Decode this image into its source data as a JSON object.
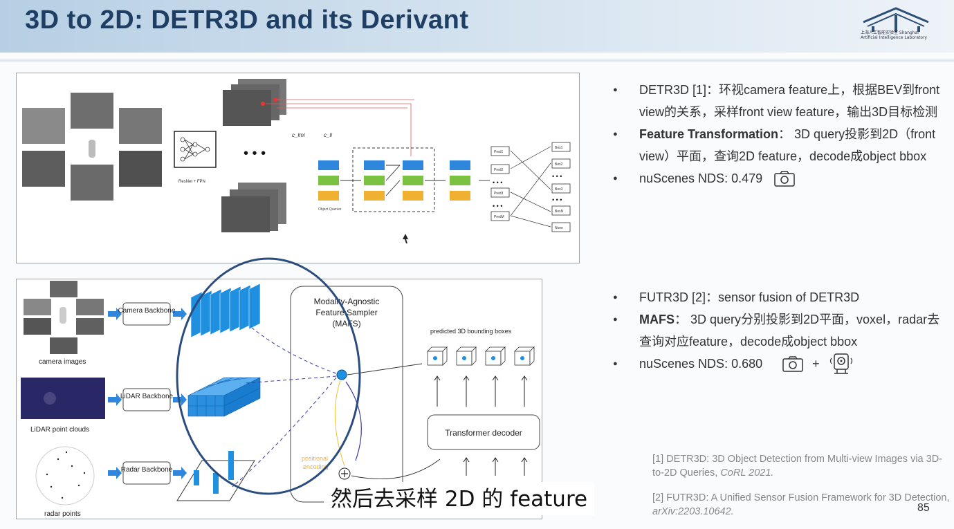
{
  "slide": {
    "title": "3D to 2D: DETR3D and its Derivant",
    "page_number": "85",
    "subtitle_caption": "然后去采样 2D 的 feature"
  },
  "bullets_top": [
    {
      "bold": "",
      "text": "DETR3D [1]：环视camera feature上，根据BEV到front view的关系，采样front view feature，输出3D目标检测"
    },
    {
      "bold": "Feature Transformation",
      "text": "： 3D query投影到2D（front view）平面，查询2D feature，decode成object bbox"
    },
    {
      "bold": "",
      "text": "nuScenes NDS: 0.479"
    }
  ],
  "bullets_bottom": [
    {
      "bold": "",
      "text": "FUTR3D [2]：sensor fusion of DETR3D"
    },
    {
      "bold": "MAFS",
      "text": "： 3D query分别投影到2D平面，voxel，radar去查询对应feature，decode成object bbox"
    },
    {
      "bold": "",
      "text": "nuScenes NDS: 0.680"
    }
  ],
  "references": [
    {
      "text": "[1] DETR3D: 3D Object Detection from Multi-view Images via 3D-to-2D Queries, ",
      "venue": "CoRL 2021."
    },
    {
      "text": "[2] FUTR3D: A Unified Sensor Fusion Framework for 3D Detection, ",
      "venue": "arXiv:2203.10642."
    }
  ],
  "figure_top": {
    "backbone_label": "ResNet + FPN",
    "queries_label": "Object Queries",
    "ellipsis": "• • •",
    "c_labels": [
      "c_lmi",
      "c_li"
    ],
    "pred_labels": [
      "Pred1",
      "Pred2",
      "Pred3",
      "PredM"
    ],
    "box_labels": [
      "Box1",
      "Box2",
      "Box3",
      "BoxN",
      "None"
    ]
  },
  "figure_bottom": {
    "inputs": [
      "camera images",
      "LiDAR point clouds",
      "radar points"
    ],
    "backbones": [
      "Camera Backbone",
      "LiDAR Backbone",
      "Radar Backbone"
    ],
    "mafs_title": [
      "Modality-Agnostic",
      "Feature Sampler",
      "(MAFS)"
    ],
    "positional_encoding": [
      "positional",
      "encoding"
    ],
    "predicted_label": "predicted 3D bounding boxes",
    "decoder_label": "Transformer decoder"
  },
  "colors": {
    "title": "#1e3f63",
    "query_blue": "#2f86dd",
    "query_green": "#7cc242",
    "query_orange": "#f0b133",
    "feature_blue": "#1f8fe0",
    "circle": "#2b4c7e"
  },
  "icons": [
    "camera-icon",
    "radar-icon"
  ],
  "logo": {
    "text": "上海人工智能实验室 Shanghai Artificial Intelligence Laboratory"
  }
}
